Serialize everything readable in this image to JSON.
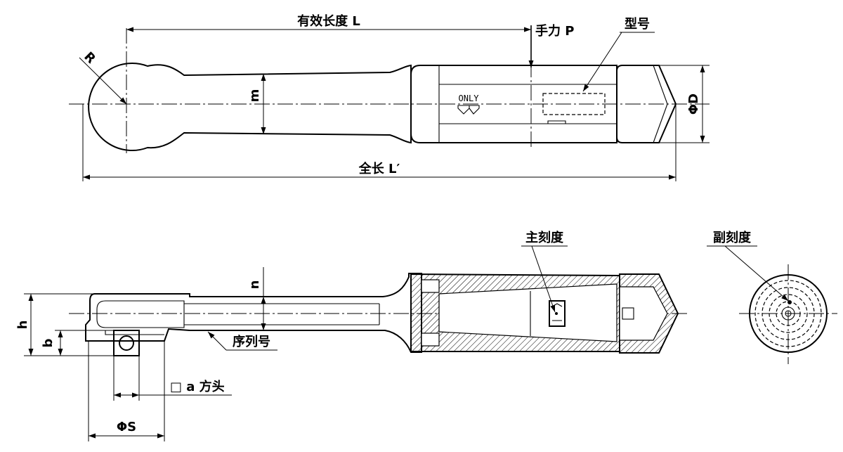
{
  "labels": {
    "effective_length": "有效长度 L",
    "hand_force": "手力 P",
    "model": "型号",
    "radius": "R",
    "m": "m",
    "only": "ONLY",
    "diameter_d": "ΦD",
    "overall_length": "全长 L′",
    "main_scale": "主刻度",
    "sub_scale": "副刻度",
    "n": "n",
    "h": "h",
    "b": "b",
    "serial_number": "序列号",
    "square_drive": "□ a  方头",
    "diameter_s": "ΦS"
  }
}
